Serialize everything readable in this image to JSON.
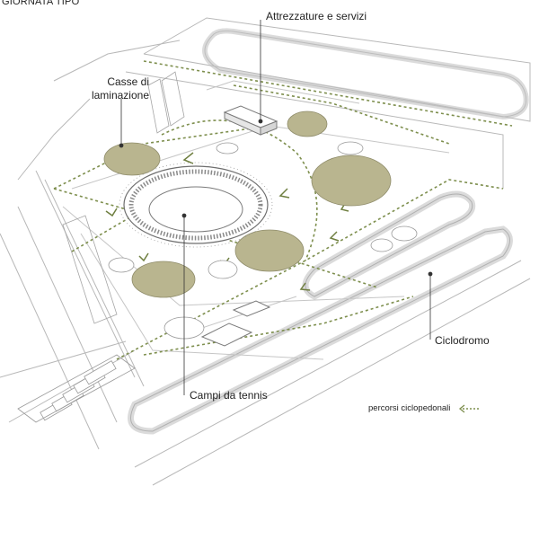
{
  "title": "GIORNATA TIPO",
  "labels": {
    "attrezzature": "Attrezzature e servizi",
    "casse_line1": "Casse di",
    "casse_line2": "laminazione",
    "ciclodromo": "Ciclodromo",
    "campi_tennis": "Campi da tennis"
  },
  "legend": {
    "label": "percorsi ciclopedonali",
    "icon": "dashed-arrow-icon",
    "color": "#8a9a5b"
  },
  "colors": {
    "basin_fill": "#b9b58f",
    "path_color": "#7e8f4e",
    "line_color": "#9a9a9a"
  }
}
